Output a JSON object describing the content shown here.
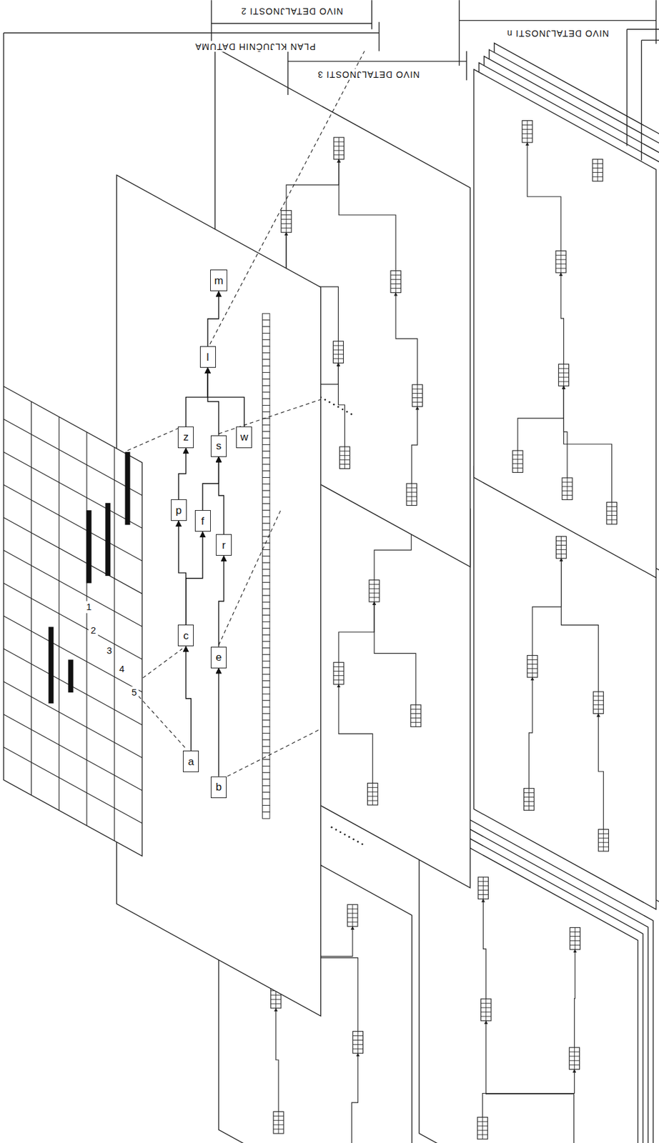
{
  "diagram": {
    "nodes": [
      {
        "text": [
          "m"
        ]
      },
      {
        "text": [
          "l"
        ]
      },
      {
        "text": [
          "z"
        ]
      },
      {
        "text": [
          "s"
        ]
      },
      {
        "text": [
          "w"
        ]
      },
      {
        "text": [
          "p"
        ]
      },
      {
        "text": [
          "f"
        ]
      },
      {
        "text": [
          "r"
        ]
      },
      {
        "text": [
          "c"
        ]
      },
      {
        "text": [
          "e"
        ]
      },
      {
        "text": [
          "a"
        ]
      },
      {
        "text": [
          "b"
        ]
      }
    ],
    "edges": [
      {
        "from": 10,
        "to": 8,
        "arrow": "to"
      },
      {
        "from": 11,
        "to": 9,
        "arrow": "to"
      },
      {
        "from": 8,
        "to": 5,
        "arrow": "to"
      },
      {
        "from": 8,
        "to": 6,
        "arrow": "to"
      },
      {
        "from": 9,
        "to": 7,
        "arrow": "to"
      },
      {
        "from": 5,
        "to": 2,
        "arrow": "to"
      },
      {
        "from": 6,
        "to": 3,
        "arrow": "to"
      },
      {
        "from": 7,
        "to": 3,
        "arrow": "to"
      },
      {
        "from": 2,
        "to": 1,
        "arrow": "to"
      },
      {
        "from": 3,
        "to": 1,
        "arrow": "to"
      },
      {
        "from": 4,
        "to": 1,
        "arrow": "to"
      },
      {
        "from": 1,
        "to": 0,
        "arrow": "to"
      }
    ],
    "labels": [
      "NIVO DETALJNOSTI 2",
      "NIVO DETALJNOSTI n",
      "PLAN KLJUČNIH DATUMA",
      "NIVO DETALJNOSTI 3",
      "1",
      "2",
      "3",
      "4",
      "5"
    ]
  }
}
